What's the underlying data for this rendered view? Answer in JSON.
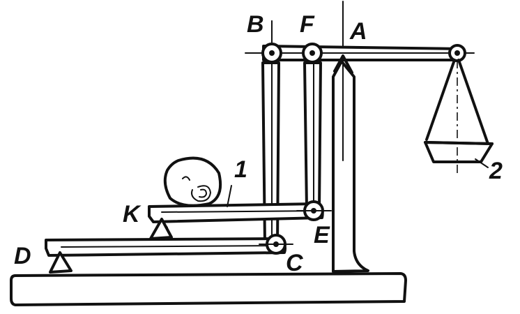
{
  "labels": {
    "B": "B",
    "F": "F",
    "A": "A",
    "K": "K",
    "D": "D",
    "C": "C",
    "E": "E",
    "one": "1",
    "two": "2"
  },
  "colors": {
    "ink": "#111111",
    "paper": "#ffffff"
  }
}
